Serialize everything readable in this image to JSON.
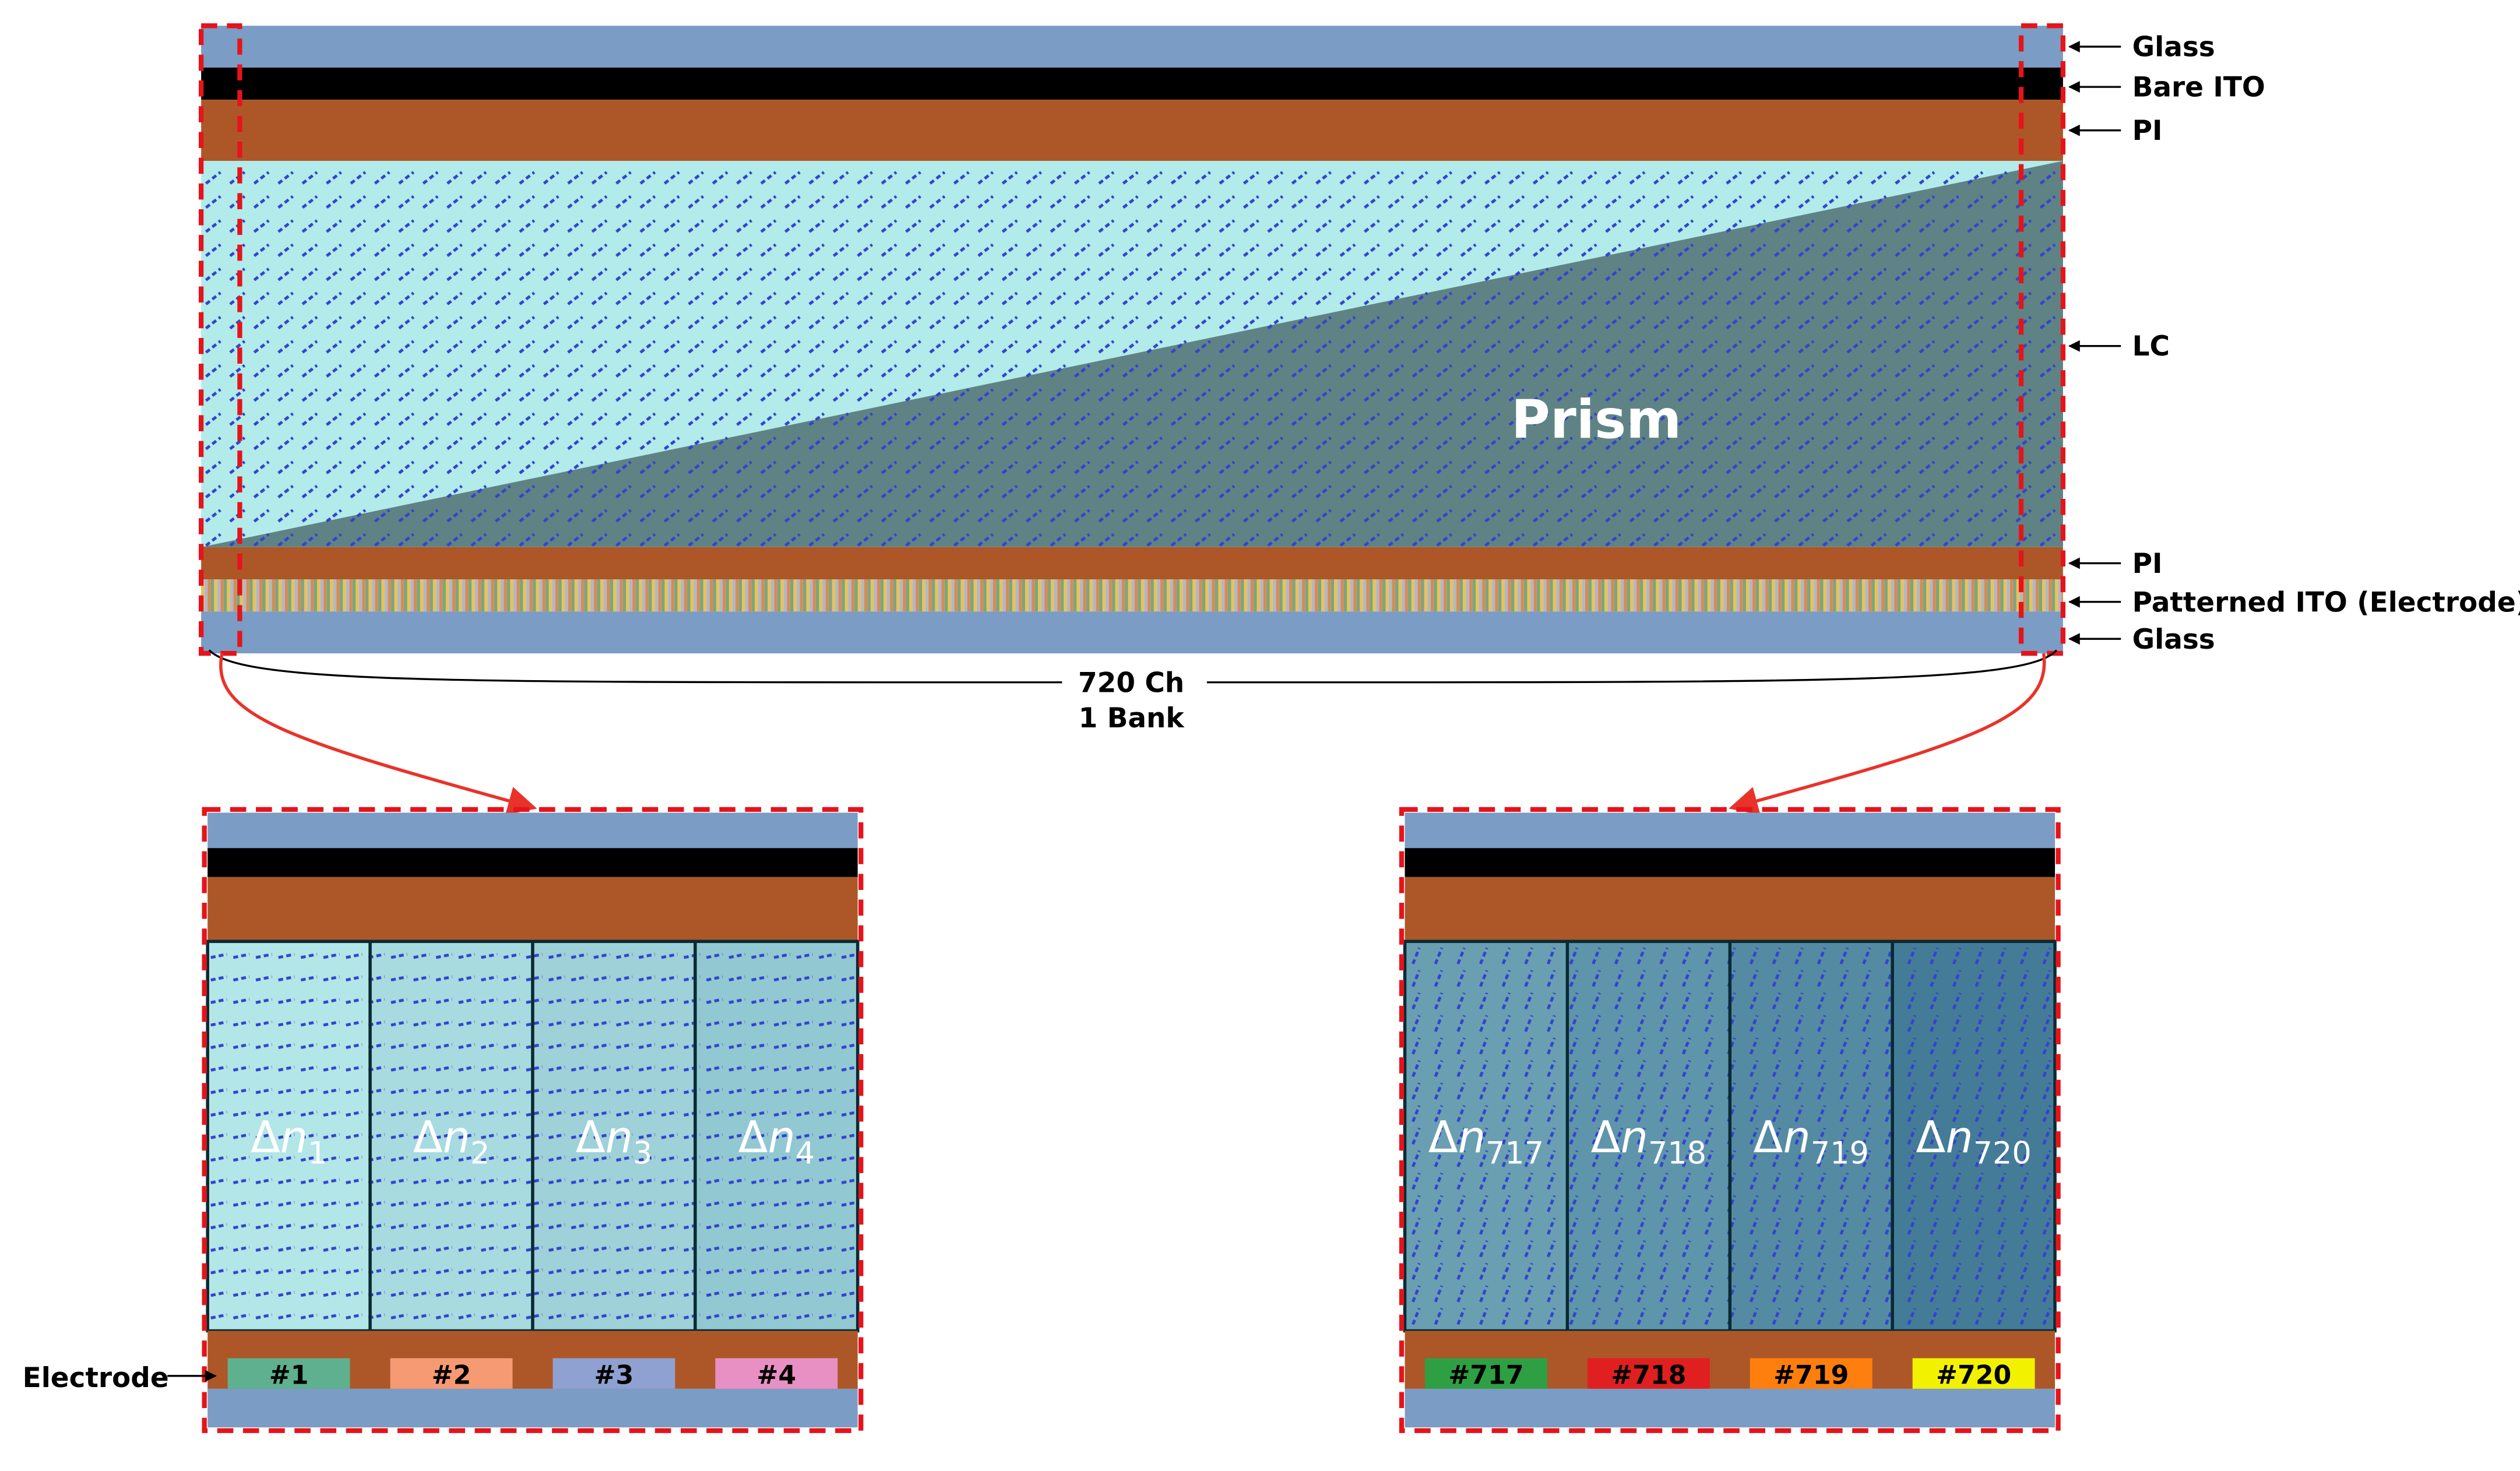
{
  "layers": {
    "glass_top": "Glass",
    "bare_ito": "Bare ITO",
    "pi_top": "PI",
    "lc": "LC",
    "pi_bottom": "PI",
    "patterned_ito": "Patterned ITO (Electrode)",
    "glass_bottom": "Glass"
  },
  "prism_label": "Prism",
  "channel_label": {
    "line1": "720 Ch",
    "line2": "1 Bank"
  },
  "electrode_label": "Electrode",
  "left_zoom": {
    "cells": [
      {
        "sym": "Δ",
        "var": "n",
        "sub": "1"
      },
      {
        "sym": "Δ",
        "var": "n",
        "sub": "2"
      },
      {
        "sym": "Δ",
        "var": "n",
        "sub": "3"
      },
      {
        "sym": "Δ",
        "var": "n",
        "sub": "4"
      }
    ],
    "electrodes": [
      "#1",
      "#2",
      "#3",
      "#4"
    ],
    "electrode_colors": [
      "#5fb08e",
      "#f59a72",
      "#8fa1d1",
      "#e890c4"
    ],
    "cell_colors": [
      "#b3e6e6",
      "#a7dbdf",
      "#9ed1d8",
      "#92c8d1"
    ]
  },
  "right_zoom": {
    "cells": [
      {
        "sym": "Δ",
        "var": "n",
        "sub": "717"
      },
      {
        "sym": "Δ",
        "var": "n",
        "sub": "718"
      },
      {
        "sym": "Δ",
        "var": "n",
        "sub": "719"
      },
      {
        "sym": "Δ",
        "var": "n",
        "sub": "720"
      }
    ],
    "electrodes": [
      "#717",
      "#718",
      "#719",
      "#720"
    ],
    "electrode_colors": [
      "#2ea043",
      "#e02020",
      "#ff7f0e",
      "#f2f200"
    ],
    "cell_colors": [
      "#6a9fb2",
      "#5f95aa",
      "#548ba3",
      "#447c98"
    ]
  },
  "colors": {
    "glass": "#7b9cc4",
    "bare_ito": "#000000",
    "pi": "#ad5728",
    "lc": "#b2ebea",
    "prism": "#5f8384",
    "dash_red": "#e5141b",
    "arrow_red": "#e8332a",
    "molecule_blue": "#3344cc",
    "molecule_pink": "#e0409f"
  }
}
